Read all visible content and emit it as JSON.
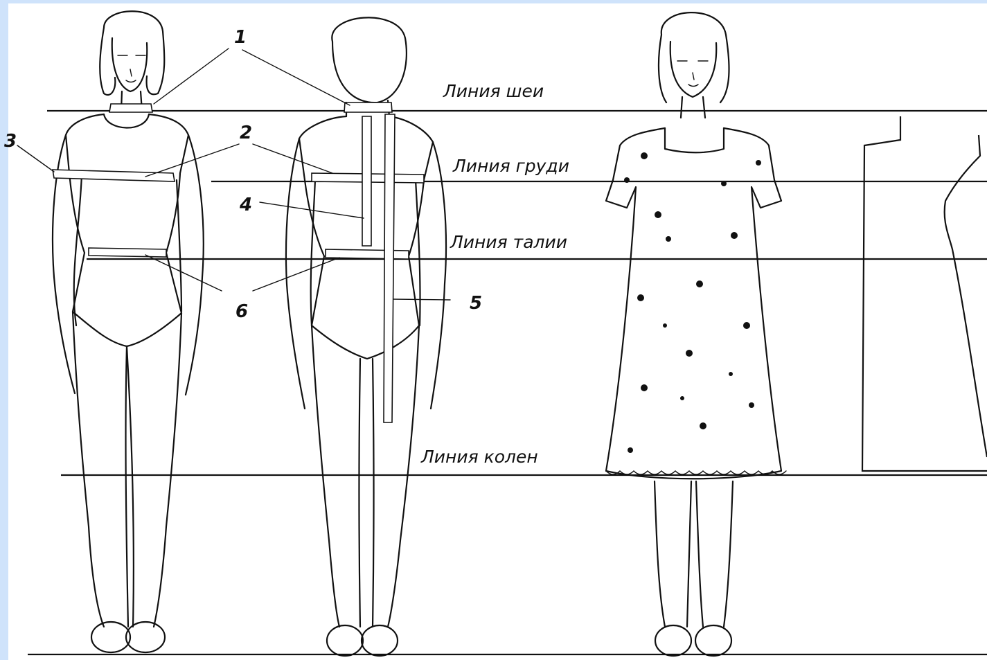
{
  "colors": {
    "border": "#cfe3fb",
    "paper": "#ffffff",
    "ink": "#111111"
  },
  "lines": {
    "neck": "Линия шеи",
    "chest": "Линия груди",
    "waist": "Линия талии",
    "knee": "Линия колен"
  },
  "callouts": [
    "1",
    "2",
    "3",
    "4",
    "5",
    "6"
  ]
}
